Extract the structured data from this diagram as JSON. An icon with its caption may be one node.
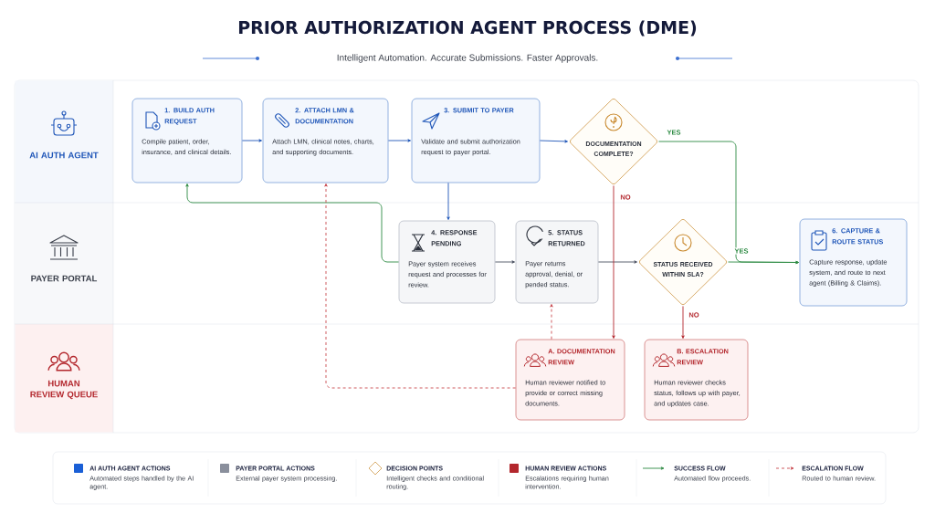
{
  "diagram": {
    "title": "PRIOR AUTHORIZATION AGENT PROCESS (DME)",
    "nodes": [
      {
        "text": [
          "AI AUTH AGENT"
        ]
      },
      {
        "text": [
          "1. BUILD AUTH REQUEST",
          "Compile patient, order, insurance, and clinical details."
        ]
      },
      {
        "text": [
          "2. ATTACH LMN & DOCUMENTATION",
          "Attach LMN, clinical notes, charts, and supporting documents."
        ]
      },
      {
        "text": [
          "3. SUBMIT TO PAYER",
          "Validate and submit authorization request to payer portal."
        ]
      },
      {
        "text": [
          "DOCUMENTATION COMPLETE?"
        ]
      },
      {
        "text": [
          "PAYER PORTAL"
        ]
      },
      {
        "text": [
          "4. RESPONSE PENDING",
          "Payer system receives request and processes for review."
        ]
      },
      {
        "text": [
          "5. STATUS RETURNED",
          "Payer returns approval, denial, or pended status."
        ]
      },
      {
        "text": [
          "STATUS RECEIVED WITHIN SLA?"
        ]
      },
      {
        "text": [
          "6. CAPTURE & ROUTE STATUS",
          "Capture response, update system, and route to next agent (Billing & Claims)."
        ]
      },
      {
        "text": [
          "HUMAN REVIEW QUEUE"
        ]
      },
      {
        "text": [
          "A. DOCUMENTATION REVIEW",
          "Human reviewer notified to provide or correct missing documents."
        ]
      },
      {
        "text": [
          "B. ESCALATION REVIEW",
          "Human reviewer checks status, follows up with payer, and updates case."
        ]
      }
    ],
    "edges": [
      {
        "from": 1,
        "to": 2,
        "arrow": "to"
      },
      {
        "from": 2,
        "to": 3,
        "arrow": "to"
      },
      {
        "from": 3,
        "to": 4,
        "arrow": "to"
      },
      {
        "from": 3,
        "to": 6,
        "arrow": "to"
      },
      {
        "from": 6,
        "to": 7,
        "arrow": "to",
        "color": "#4a5060"
      },
      {
        "from": 7,
        "to": 8,
        "arrow": "to",
        "color": "#4a5060"
      },
      {
        "from": 4,
        "to": 9,
        "arrow": "to",
        "label": "YES",
        "color": "#2e8b44"
      },
      {
        "from": 8,
        "to": 9,
        "arrow": "to",
        "label": "YES",
        "color": "#2e8b44"
      },
      {
        "from": 4,
        "to": 11,
        "arrow": "to",
        "label": "NO",
        "color": "#b3272d"
      },
      {
        "from": 8,
        "to": 12,
        "arrow": "to",
        "label": "NO",
        "color": "#b3272d"
      },
      {
        "from": 6,
        "to": 1,
        "arrow": "to",
        "color": "#2e8b44"
      },
      {
        "from": 11,
        "to": 2,
        "arrow": "to",
        "style": "dashed",
        "color": "#c8474d"
      },
      {
        "from": 11,
        "to": 7,
        "arrow": "to",
        "style": "dashed",
        "color": "#c8474d"
      }
    ],
    "labels": [
      "Intelligent Automation. Accurate Submissions. Faster Approvals.",
      "Automated steps handled by the AI agent.",
      "External payer system processing.",
      "Intelligent checks and conditional routing.",
      "Escalations requiring human intervention.",
      "Automated flow proceeds.",
      "Routed to human review."
    ],
    "legend": [
      {
        "text": "AI AUTH AGENT ACTIONS",
        "color": "#1a5fd6"
      },
      {
        "text": "PAYER PORTAL ACTIONS",
        "color": "#8a8f9c"
      },
      {
        "text": "DECISION POINTS"
      },
      {
        "text": "HUMAN REVIEW ACTIONS",
        "color": "#b3272d"
      },
      {
        "text": "SUCCESS FLOW"
      },
      {
        "text": "ESCALATION FLOW"
      }
    ]
  }
}
